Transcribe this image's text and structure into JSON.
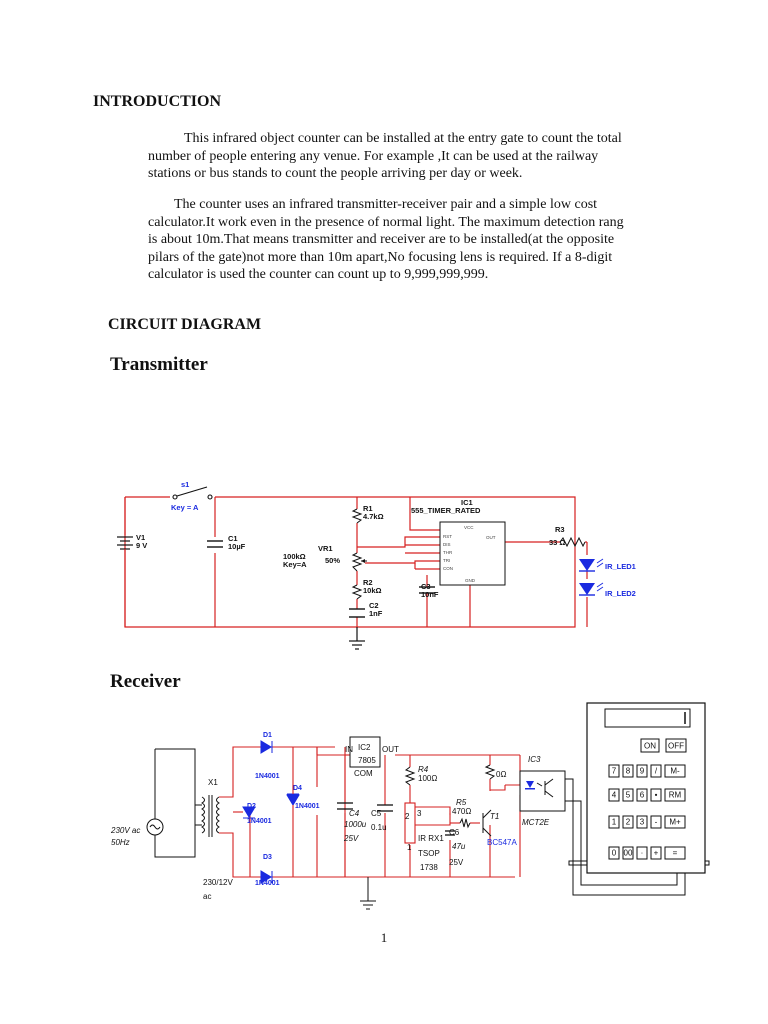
{
  "intro": {
    "heading": "INTRODUCTION",
    "p1": [
      "This infrared object counter can be installed at the  entry gate to count the total",
      "number of people entering any venue. For example ,It can be used at the railway",
      "stations or bus stands to count the people arriving per day or week."
    ],
    "p2": [
      "The counter uses an infrared transmitter-receiver pair and a simple low cost",
      "calculator.It work even in the presence of normal light. The maximum detection rang",
      "is about 10m.That means transmitter and receiver are to be installed(at the opposite",
      "pilars of the gate)not more than 10m apart,No focusing lens is required. If a 8-digit",
      "calculator is used the counter can count up to 9,999,999,999."
    ]
  },
  "circuit": {
    "heading": "CIRCUIT DIAGRAM",
    "transmitter_title": "Transmitter",
    "receiver_title": "Receiver"
  },
  "transmitter": {
    "s1": "s1",
    "key_a": "Key = A",
    "v1": "V1",
    "v1_val": "9 V",
    "c1": "C1",
    "c1_val": "10µF",
    "r1": "R1",
    "r1_val": "4.7kΩ",
    "vr1": "VR1",
    "vr1_val": "100kΩ",
    "vr1_key": "Key=A",
    "vr1_pct": "50%",
    "r2": "R2",
    "r2_val": "10kΩ",
    "c2": "C2",
    "c2_val": "1nF",
    "c3": "C3",
    "c3_val": "10nF",
    "ic1": "IC1",
    "ic1_name": "555_TIMER_RATED",
    "pins": [
      "VCC",
      "RST",
      "DIS",
      "THR",
      "TRI",
      "CON",
      "GND",
      "OUT"
    ],
    "r3": "R3",
    "r3_val": "33 Ω",
    "led1": "IR_LED1",
    "led2": "IR_LED2"
  },
  "receiver": {
    "supply": "230V ac",
    "supply_freq": "50Hz",
    "x1": "X1",
    "xfmr_rating": "230/12V",
    "xfmr_ac": "ac",
    "d1": "D1",
    "d2": "D2",
    "d3": "D3",
    "d4": "D4",
    "diode_part": "1N4001",
    "ic2": "IC2",
    "ic2_part": "7805",
    "ic2_in": "IN",
    "ic2_out": "OUT",
    "ic2_com": "COM",
    "c4": "C4",
    "c4_val": "1000u",
    "c4_v": "25V",
    "c5": "C5",
    "c5_val": "0.1u",
    "r4": "R4",
    "r4_val": "100Ω",
    "r5": "R5",
    "r5_val": "470Ω",
    "r6_val": "0Ω",
    "ir_rx": "IR RX1",
    "tsop": "TSOP",
    "tsop_part": "1738",
    "c6": "C6",
    "c6_val": "47u",
    "c6_v": "25V",
    "t1": "T1",
    "t1_part": "BC547A",
    "ic3": "IC3",
    "ic3_part": "MCT2E",
    "pin1": "1",
    "pin3": "3",
    "pin2": "2"
  },
  "calculator": {
    "keys_top": [
      "ON",
      "OFF"
    ],
    "rows": [
      [
        "7",
        "8",
        "9",
        "/",
        "M-"
      ],
      [
        "4",
        "5",
        "6",
        "•",
        "RM"
      ],
      [
        "1",
        "2",
        "3",
        "-",
        "M+"
      ],
      [
        "0",
        "00",
        "·",
        "+",
        "="
      ]
    ]
  },
  "page_number": "1"
}
